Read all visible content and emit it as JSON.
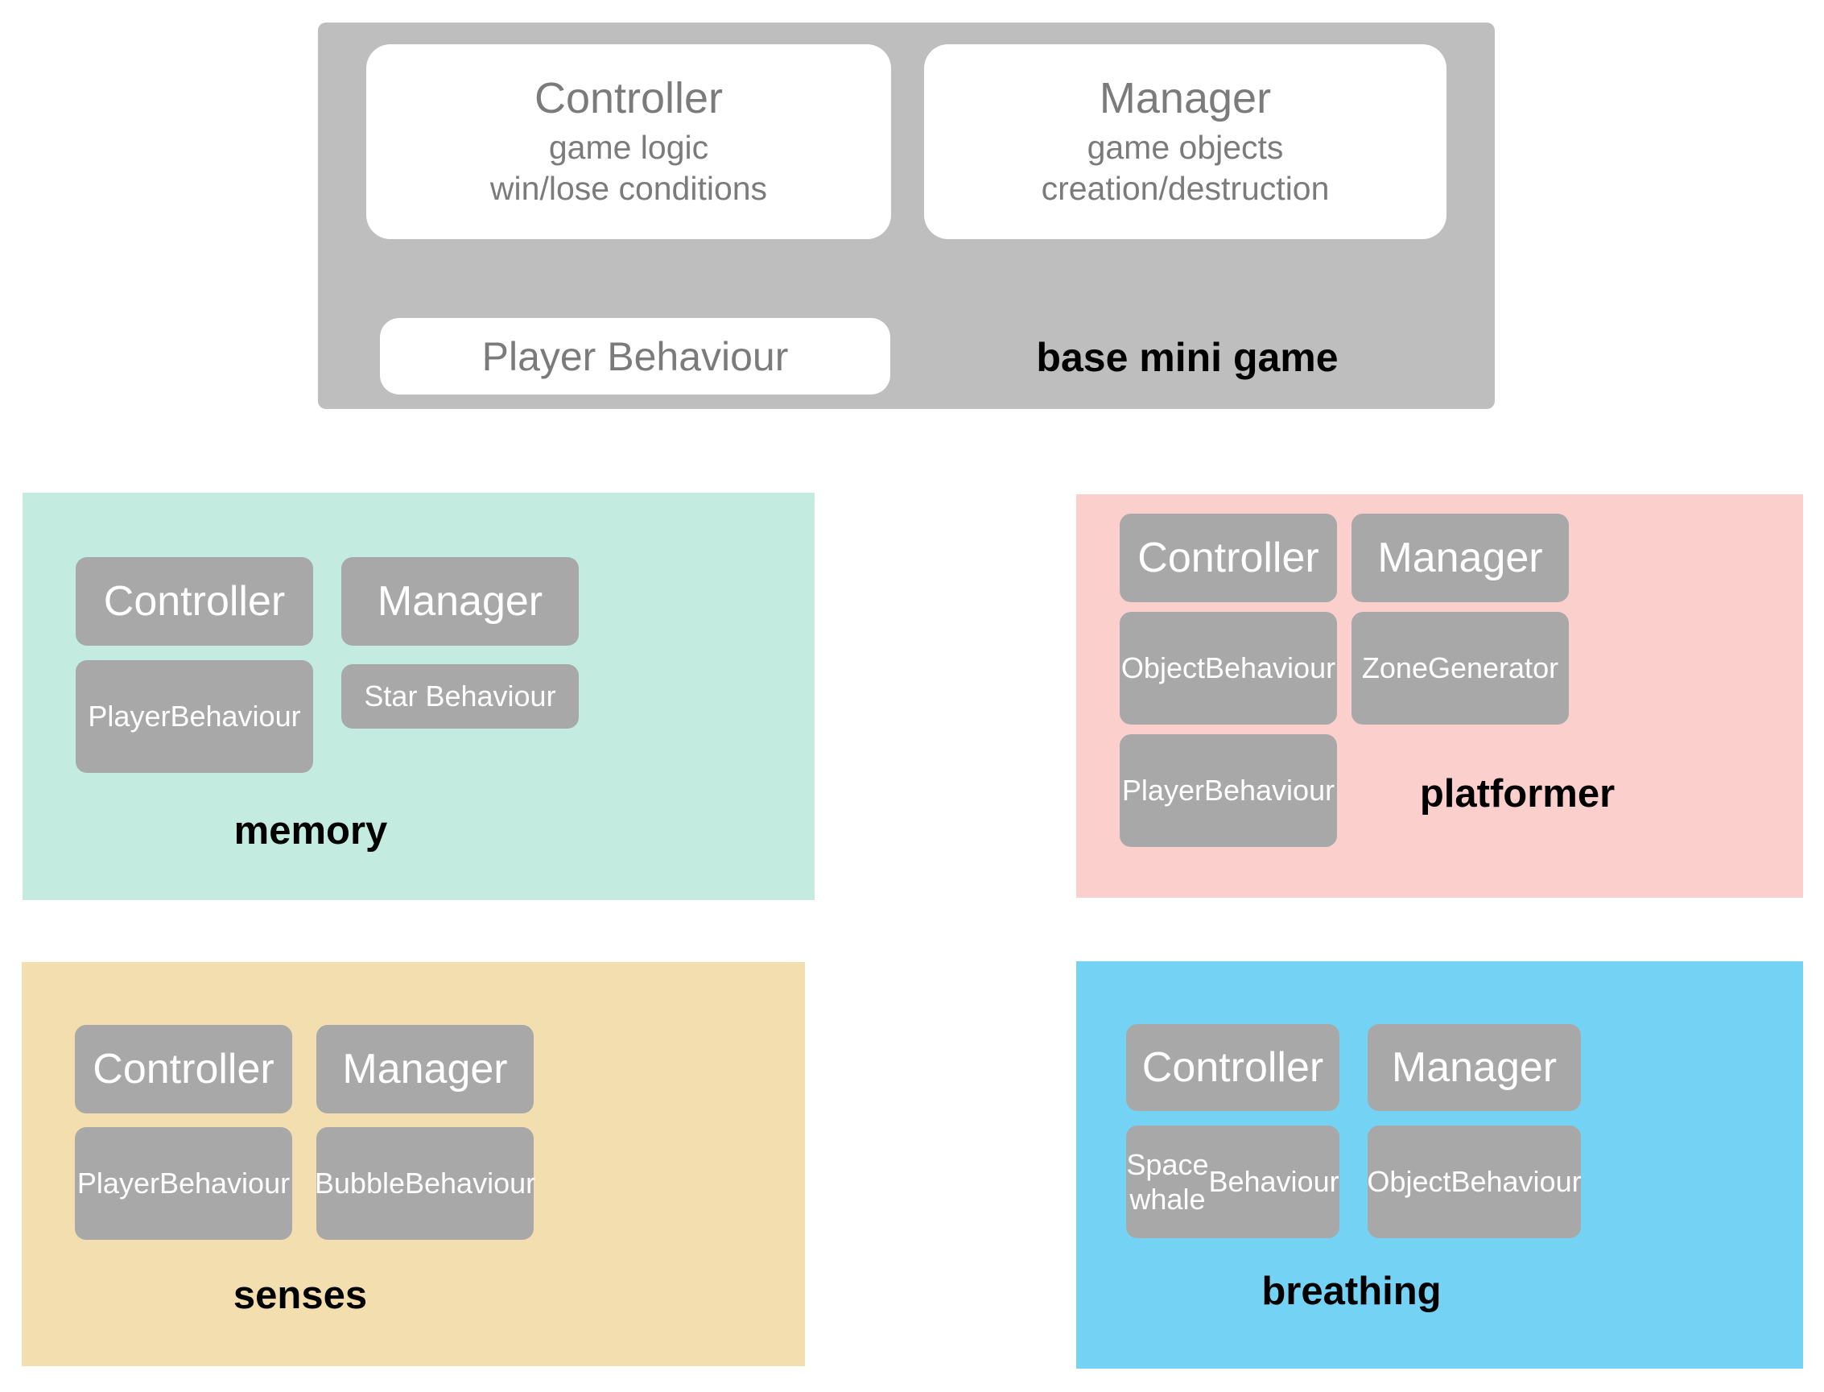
{
  "base_mini_game": {
    "label": "base mini game",
    "cards": [
      {
        "title": "Controller",
        "sub_line1": "game logic",
        "sub_line2": "win/lose conditions"
      },
      {
        "title": "Manager",
        "sub_line1": "game objects",
        "sub_line2": "creation/destruction"
      }
    ],
    "player_card": {
      "title": "Player Behaviour"
    },
    "colors": {
      "panel": "#bebebe",
      "card": "#ffffff",
      "text": "#7b7b7b",
      "label": "#000000"
    }
  },
  "mini_games": [
    {
      "id": "memory",
      "label": "memory",
      "color": "#c3ebe0",
      "box_color": "#a8a8a8",
      "boxes": [
        {
          "text": "Controller",
          "size": "big"
        },
        {
          "text": "Manager",
          "size": "big"
        },
        {
          "text": "Player\nBehaviour",
          "size": "small"
        },
        {
          "text": "Star Behaviour",
          "size": "small"
        }
      ]
    },
    {
      "id": "platformer",
      "label": "platformer",
      "color": "#fbd0cc",
      "box_color": "#a8a8a8",
      "boxes": [
        {
          "text": "Controller",
          "size": "big"
        },
        {
          "text": "Manager",
          "size": "big"
        },
        {
          "text": "Object\nBehaviour",
          "size": "small"
        },
        {
          "text": "Zone\nGenerator",
          "size": "small"
        },
        {
          "text": "Player\nBehaviour",
          "size": "small"
        }
      ]
    },
    {
      "id": "senses",
      "label": "senses",
      "color": "#f2deaf",
      "box_color": "#a8a8a8",
      "boxes": [
        {
          "text": "Controller",
          "size": "big"
        },
        {
          "text": "Manager",
          "size": "big"
        },
        {
          "text": "Player\nBehaviour",
          "size": "small"
        },
        {
          "text": "Bubble\nBehaviour",
          "size": "small"
        }
      ]
    },
    {
      "id": "breathing",
      "label": "breathing",
      "color": "#74d2f4",
      "box_color": "#a8a8a8",
      "boxes": [
        {
          "text": "Controller",
          "size": "big"
        },
        {
          "text": "Manager",
          "size": "big"
        },
        {
          "text": "Space whale\nBehaviour",
          "size": "small"
        },
        {
          "text": "Object\nBehaviour",
          "size": "small"
        }
      ]
    }
  ]
}
